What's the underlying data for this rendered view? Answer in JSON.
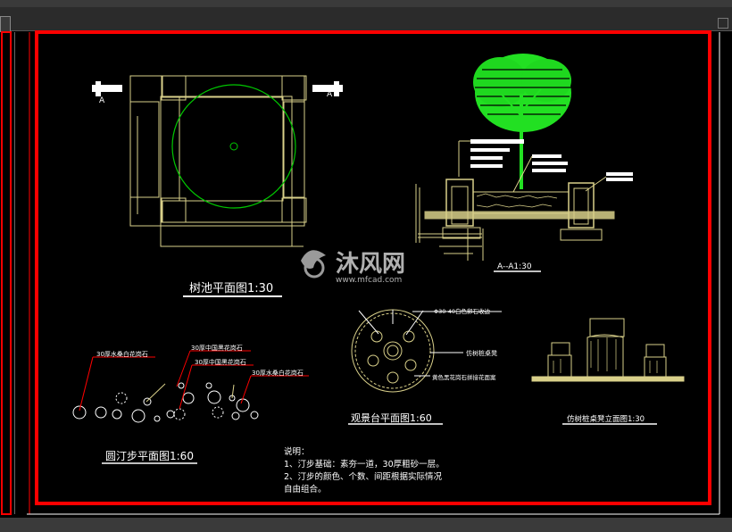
{
  "drawing": {
    "tree_pool_plan_title": "树池平面图1:30",
    "section_mark_left": "A",
    "section_mark_right": "A",
    "section_title": "A--A1:30",
    "stepping_stone_title": "圆汀步平面图1:60",
    "viewing_platform_title": "观景台平面图1:60",
    "stump_stool_title": "仿树桩桌凳立面图1:30",
    "stone_labels": [
      "30厚水桑白花岗石",
      "30厚中国黑花岗石",
      "30厚中国黑花岗石",
      "30厚水桑白花岗石"
    ],
    "platform_labels": [
      "Φ30-40白色卵石收边",
      "仿树桩桌凳",
      "黄色黑花岗石拼接花面案"
    ],
    "notes_title": "说明：",
    "notes": [
      "1、汀步基础：素夯一道，30厚粗砂一层。",
      "2、汀步的颜色、个数、间距根据实际情况",
      "自由组合。"
    ]
  },
  "watermark": {
    "brand": "沐风网",
    "url": "www.mfcad.com"
  },
  "colors": {
    "frame_red": "#ff0000",
    "line_yellow": "#d9d08a",
    "line_green": "#00c800",
    "tree_green": "#22e022",
    "text_white": "#ffffff"
  }
}
